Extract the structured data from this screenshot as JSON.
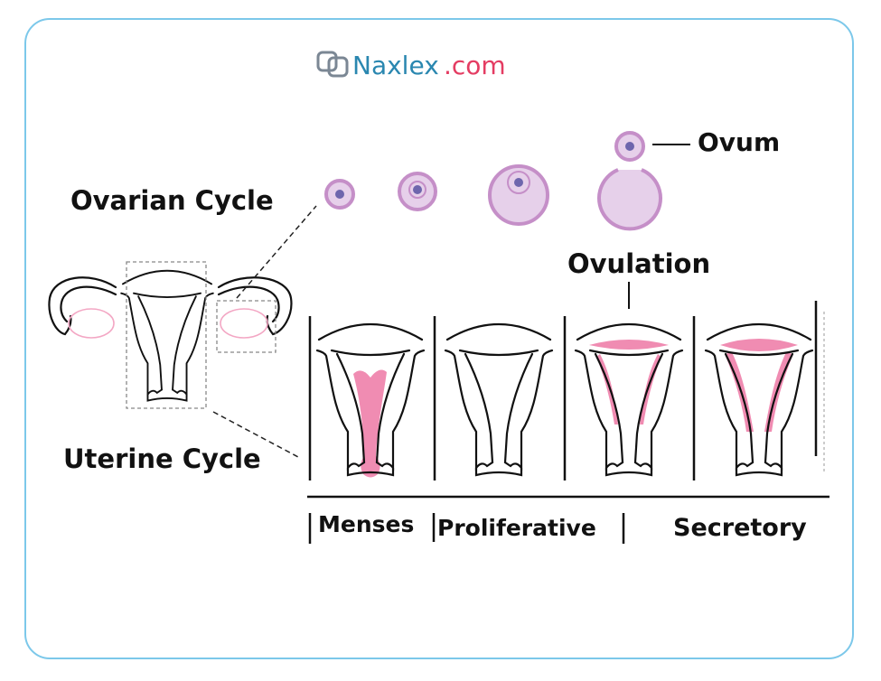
{
  "logo": {
    "brand": "Naxlex",
    "tld": ".com"
  },
  "labels": {
    "ovarian_cycle": "Ovarian Cycle",
    "uterine_cycle": "Uterine Cycle",
    "ovum": "Ovum",
    "ovulation": "Ovulation"
  },
  "phases": {
    "menses": "Menses",
    "proliferative": "Proliferative",
    "secretory": "Secretory"
  },
  "colors": {
    "border": "#7cc8ea",
    "endometrium": "#f08cb2",
    "follicle": "#c58fc8",
    "nucleus": "#6e66ad"
  }
}
